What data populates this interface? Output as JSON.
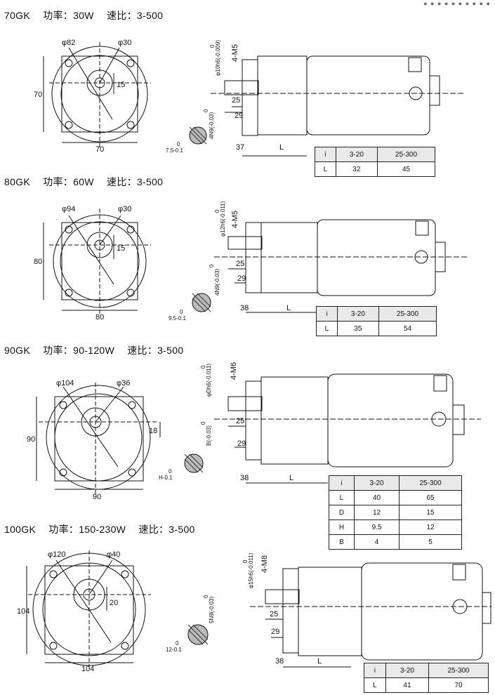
{
  "header_mark": "● ● ● ● ● ● ● ● ● ●",
  "sections": [
    {
      "model": "70GK",
      "power": "功率：30W",
      "ratio": "速比：3-500",
      "front": {
        "dia_a": "φ82",
        "dia_b": "φ30",
        "width": "70",
        "height": "70",
        "offset": "15"
      },
      "side": {
        "shaft": "φ10h6(-0.009)",
        "shaft_top": "0",
        "bolt": "4-M5",
        "key_len": "25",
        "shaft_len": "29",
        "flange": "37",
        "L": "L",
        "key": "4N9(-0.03)",
        "key_top": "0",
        "height_dim": "7.5-0.1",
        "height_top": "0"
      },
      "table": {
        "header": [
          "i",
          "3-20",
          "25-300"
        ],
        "rows": [
          [
            "L",
            "32",
            "45"
          ]
        ]
      }
    },
    {
      "model": "80GK",
      "power": "功率：60W",
      "ratio": "速比：3-500",
      "front": {
        "dia_a": "φ94",
        "dia_b": "φ30",
        "width": "80",
        "height": "80",
        "offset": "15"
      },
      "side": {
        "shaft": "φ12h6(-0.011)",
        "shaft_top": "0",
        "bolt": "4-M5",
        "key_len": "25",
        "shaft_len": "29",
        "flange": "38",
        "L": "L",
        "key": "4N9(-0.03)",
        "key_top": "0",
        "height_dim": "9.5-0.1",
        "height_top": "0"
      },
      "table": {
        "header": [
          "i",
          "3-20",
          "25-300"
        ],
        "rows": [
          [
            "L",
            "35",
            "54"
          ]
        ]
      }
    },
    {
      "model": "90GK",
      "power": "功率：90-120W",
      "ratio": "速比：3-500",
      "front": {
        "dia_a": "φ104",
        "dia_b": "φ36",
        "width": "90",
        "height": "90",
        "offset": "18"
      },
      "side": {
        "shaft": "φDh6(-0.011)",
        "shaft_top": "0",
        "bolt": "4-M6",
        "key_len": "25",
        "shaft_len": "29",
        "flange": "38",
        "L": "L",
        "key": "B(-0.03)",
        "key_top": "0",
        "height_dim": "H-0.1",
        "height_top": "0"
      },
      "table": {
        "header": [
          "i",
          "3-20",
          "25-300"
        ],
        "rows": [
          [
            "L",
            "40",
            "65"
          ],
          [
            "D",
            "12",
            "15"
          ],
          [
            "H",
            "9.5",
            "12"
          ],
          [
            "B",
            "4",
            "5"
          ]
        ]
      }
    },
    {
      "model": "100GK",
      "power": "功率：150-230W",
      "ratio": "速比：3-500",
      "front": {
        "dia_a": "φ120",
        "dia_b": "φ40",
        "width": "104",
        "height": "104",
        "offset": "20"
      },
      "side": {
        "shaft": "φ15h6(-0.011)",
        "shaft_top": "0",
        "bolt": "4-M8",
        "key_len": "25",
        "shaft_len": "29",
        "flange": "38",
        "L": "L",
        "key": "5N9(-0.03)",
        "key_top": "0",
        "height_dim": "12-0.1",
        "height_top": "0"
      },
      "table": {
        "header": [
          "i",
          "3-20",
          "25-300"
        ],
        "rows": [
          [
            "L",
            "41",
            "70"
          ]
        ]
      }
    }
  ]
}
